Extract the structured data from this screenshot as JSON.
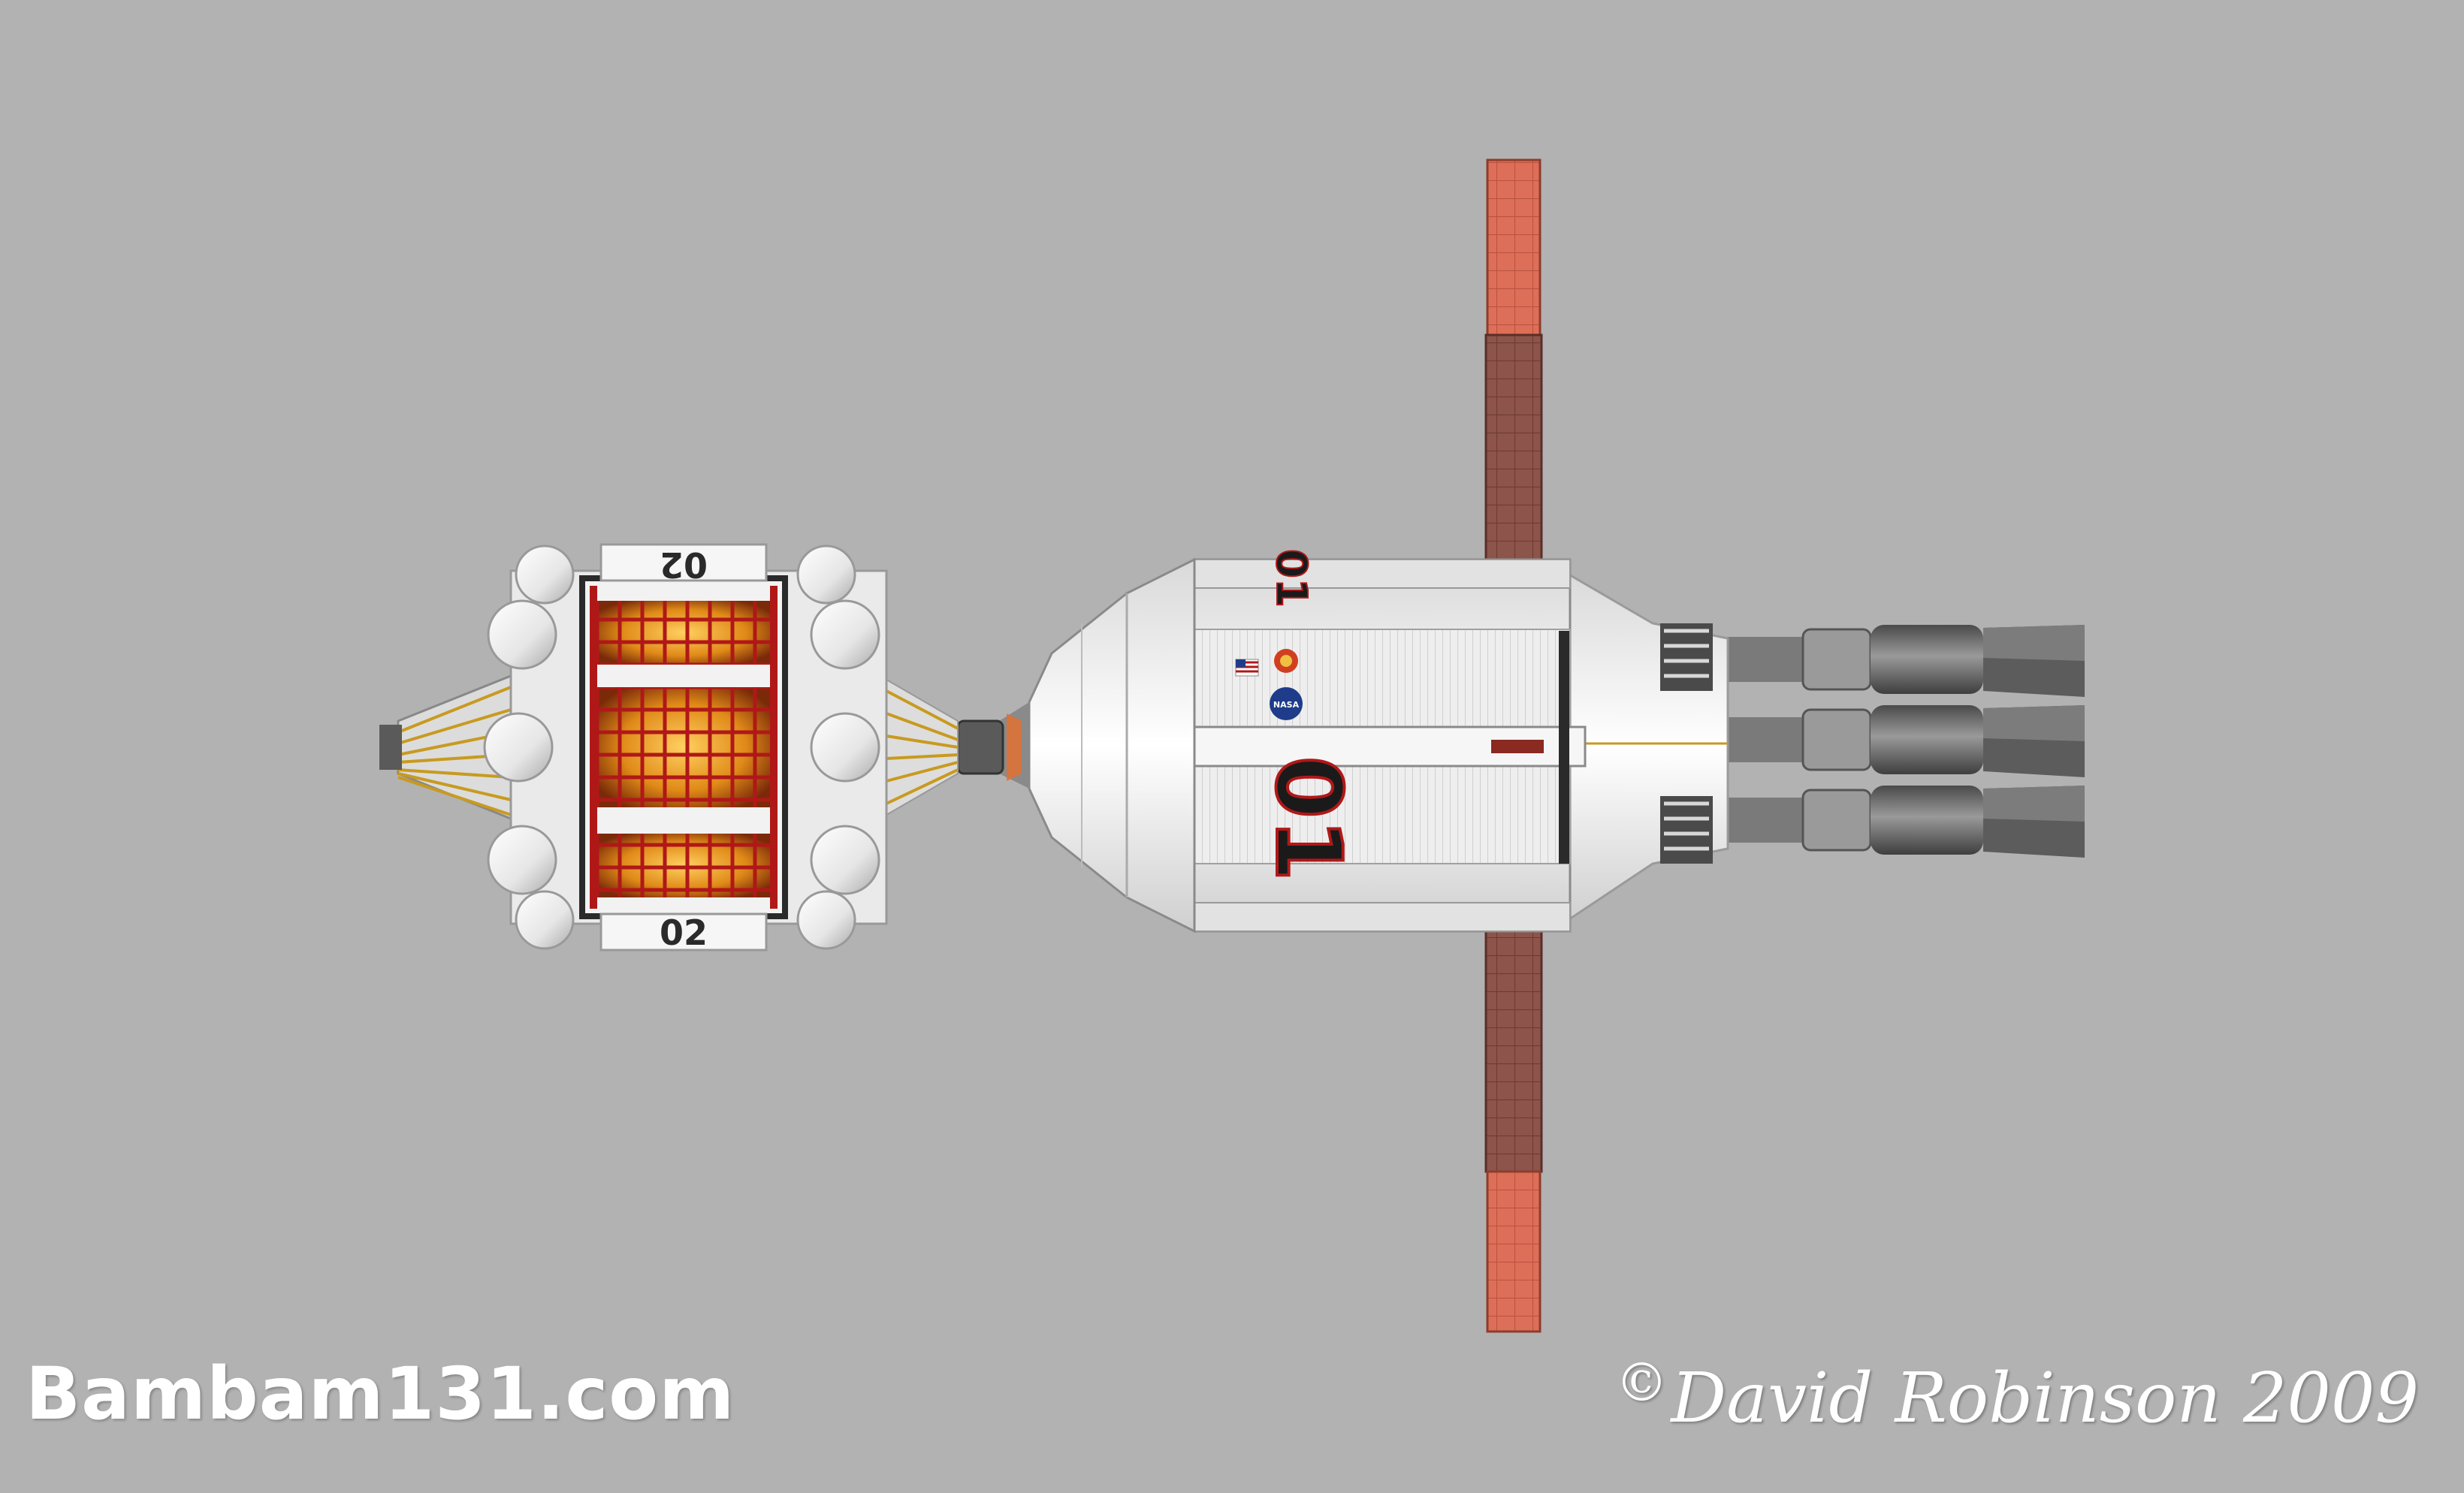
{
  "image": {
    "background_color": "#b2b2b2",
    "site_label": "Bambam131.com",
    "copyright_symbol": "©",
    "copyright_text": "David Robinson 2009"
  },
  "ship": {
    "main_module_number": "01",
    "aft_module_number": "02",
    "agency_badge_text": "NASA",
    "colors": {
      "hull": "#efefef",
      "solar_panel_outer": "#e0705a",
      "solar_panel_inner": "#8a5248",
      "reactor_glow": "#e8a020",
      "frame_red": "#b01818",
      "engine_grey": "#6e6e6e"
    }
  }
}
